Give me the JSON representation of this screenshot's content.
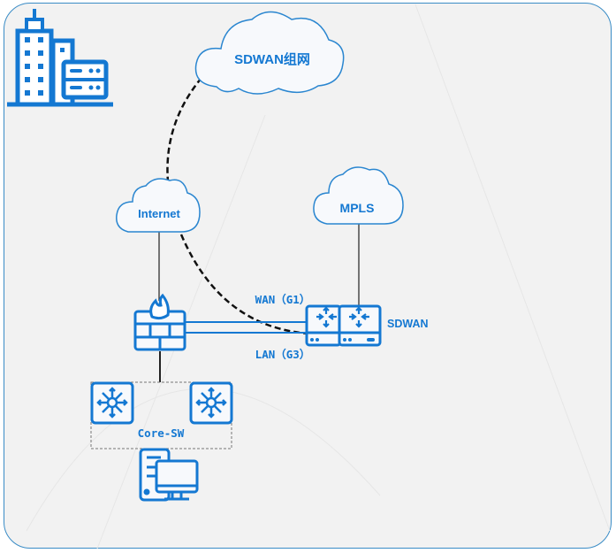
{
  "diagram": {
    "clouds": {
      "sdwan": "SDWAN组网",
      "internet": "Internet",
      "mpls": "MPLS"
    },
    "labels": {
      "wan": "WAN（G1）",
      "lan": "LAN（G3）",
      "sdwan_device": "SDWAN",
      "core_switch_group": "Core-SW"
    },
    "icons": [
      "building-server-icon",
      "firewall-icon",
      "sdwan-router-icon",
      "core-switch-icon",
      "pc-server-icon"
    ],
    "colors": {
      "accent": "#1478d2",
      "border": "#3a8cc6",
      "background": "#f2f2f2"
    }
  }
}
